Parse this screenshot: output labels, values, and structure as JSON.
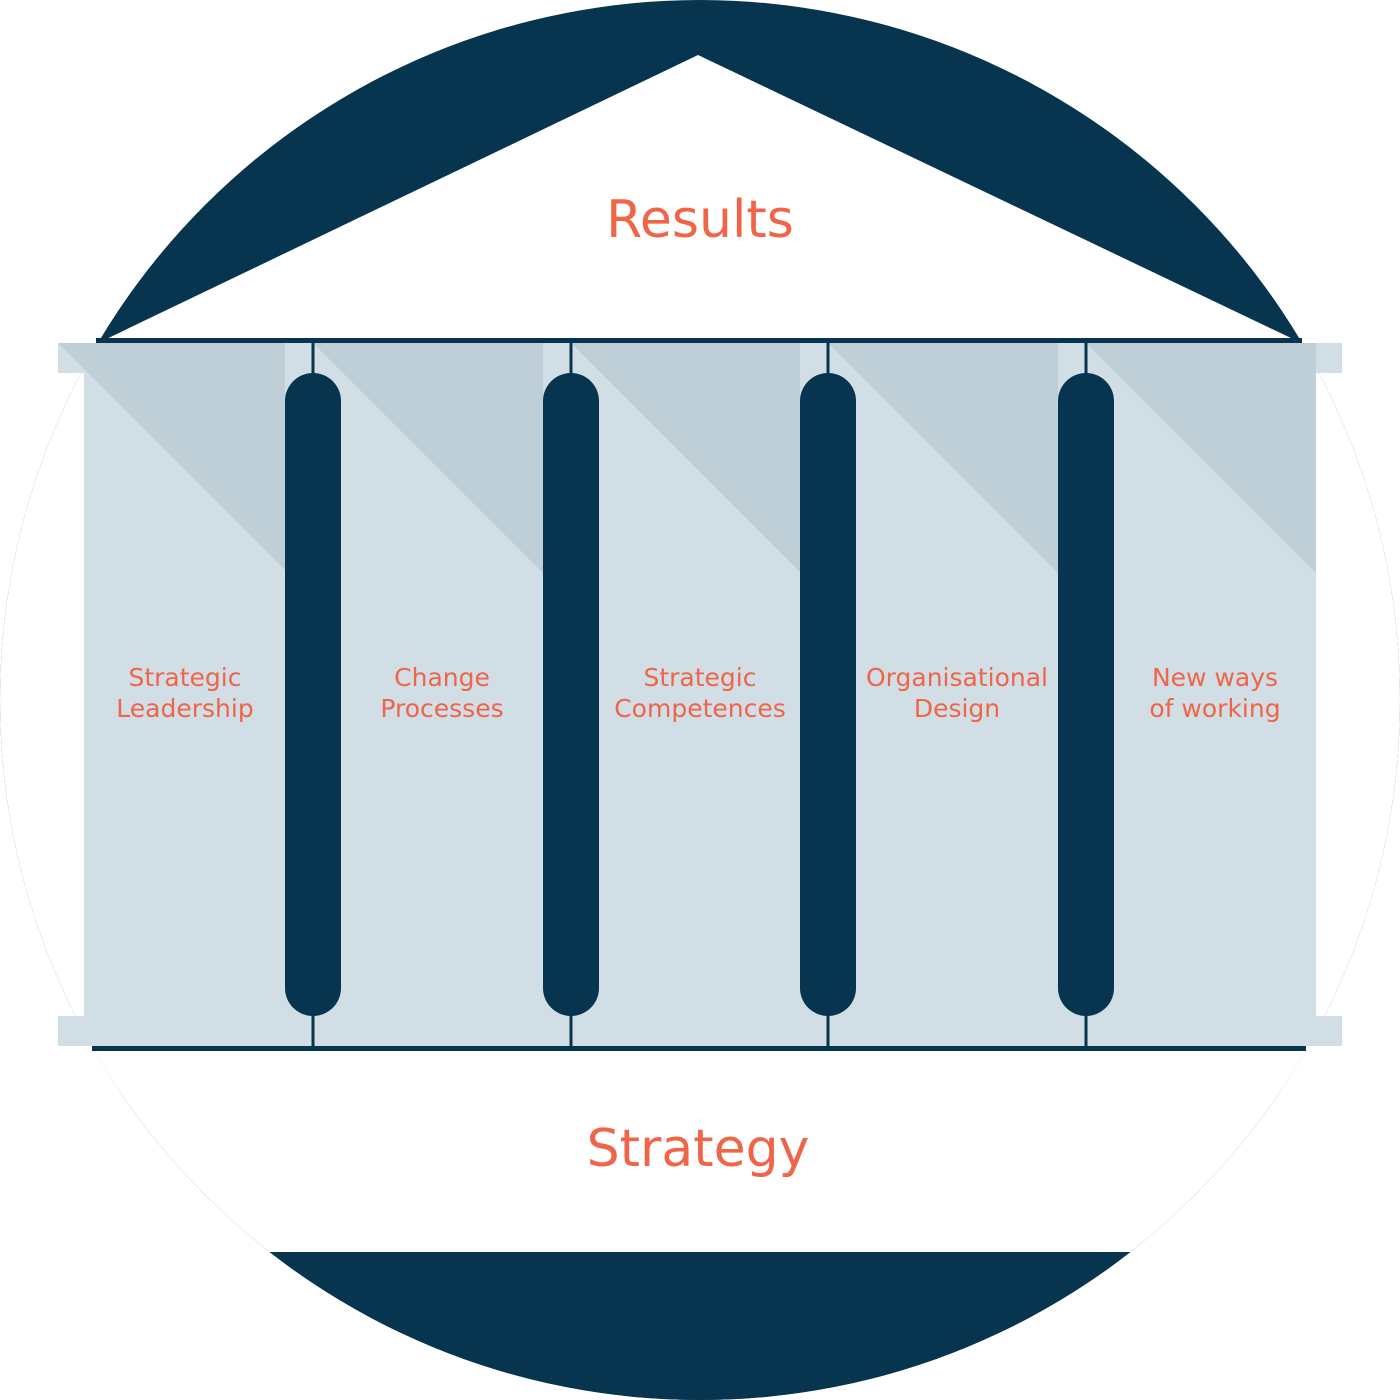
{
  "diagram": {
    "top_label": "Results",
    "bottom_label": "Strategy",
    "pillars": [
      {
        "line1": "Strategic",
        "line2": "Leadership"
      },
      {
        "line1": "Change",
        "line2": "Processes"
      },
      {
        "line1": "Strategic",
        "line2": "Competences"
      },
      {
        "line1": "Organisational",
        "line2": "Design"
      },
      {
        "line1": "New ways",
        "line2": "of working"
      }
    ]
  },
  "colors": {
    "navy": "#07354F",
    "panel": "#D1DEE6",
    "panel_shadow": "#BECFD8",
    "accent": "#F06448",
    "white": "#FFFFFF"
  }
}
